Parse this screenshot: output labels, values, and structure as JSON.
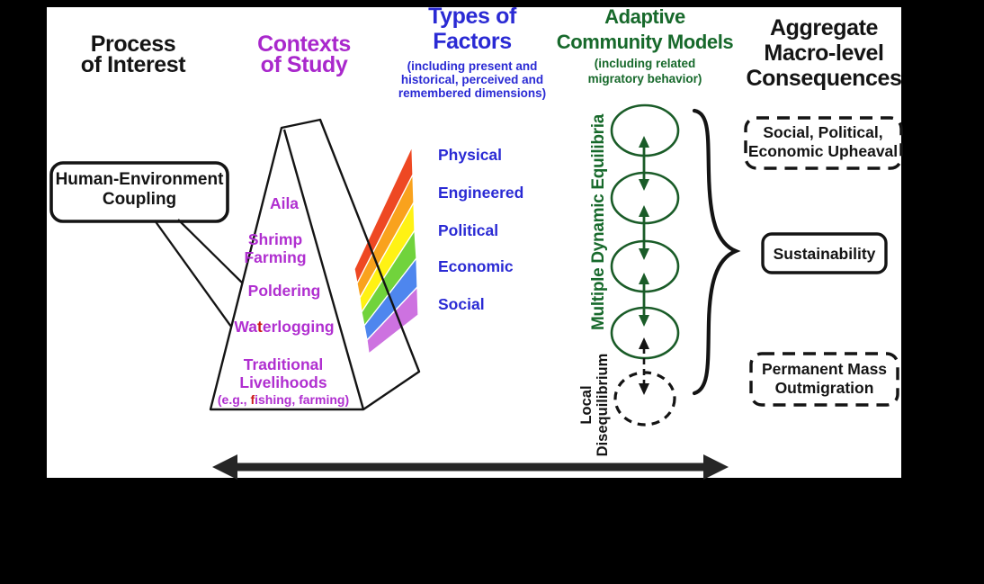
{
  "colors": {
    "background": "#000000",
    "panel": "#FFFFFF",
    "black_ink": "#141414",
    "magenta_header": "#A928CC",
    "magenta_items": "#B02FD0",
    "blue": "#2A2AD4",
    "green_header": "#17692B",
    "green_shapes": "#1A5C28",
    "red_accent": "#CC1A1A",
    "rainbow": [
      "#EE4823",
      "#F9A21D",
      "#FFF214",
      "#71D33C",
      "#4E86EE",
      "#CD72E0"
    ]
  },
  "headers": {
    "process": {
      "line1": "Process",
      "line2": "of Interest"
    },
    "contexts": {
      "line1": "Contexts",
      "line2": "of Study"
    },
    "factors": {
      "line1": "Types of",
      "line2": "Factors",
      "sub1": "(including present and",
      "sub2": "historical, perceived and",
      "sub3": "remembered dimensions)"
    },
    "adaptive": {
      "line1": "Adaptive",
      "line2": "Community Models",
      "sub1": "(including related",
      "sub2": "migratory behavior)"
    },
    "aggregate": {
      "line1": "Aggregate",
      "line2": "Macro-level",
      "line3": "Consequences"
    }
  },
  "process_column": {
    "coupling_line1": "Human-Environment",
    "coupling_line2": "Coupling"
  },
  "contexts_column": {
    "aila": "Aila",
    "shrimp_line1": "Shrimp",
    "shrimp_line2": "Farming",
    "poldering": "Poldering",
    "waterlogging_a": "Wa",
    "waterlogging_b": "t",
    "waterlogging_c": "erlogging",
    "traditional_line1": "Traditional",
    "traditional_line2": "Livelihoods",
    "eg_a": "(e.g., ",
    "eg_b": "f",
    "eg_c": "ishing, farming)"
  },
  "factors_column": {
    "items": [
      "Physical",
      "Engineered",
      "Political",
      "Economic",
      "Social"
    ]
  },
  "adaptive_column": {
    "equilibria_label": "Multiple Dynamic Equilibria",
    "disequilibrium_line1": "Local",
    "disequilibrium_line2": "Disequilibrium"
  },
  "consequences_column": {
    "upheaval_line1": "Social, Political,",
    "upheaval_line2": "Economic Upheaval",
    "sustainability": "Sustainability",
    "outmigration_line1": "Permanent Mass",
    "outmigration_line2": "Outmigration"
  }
}
